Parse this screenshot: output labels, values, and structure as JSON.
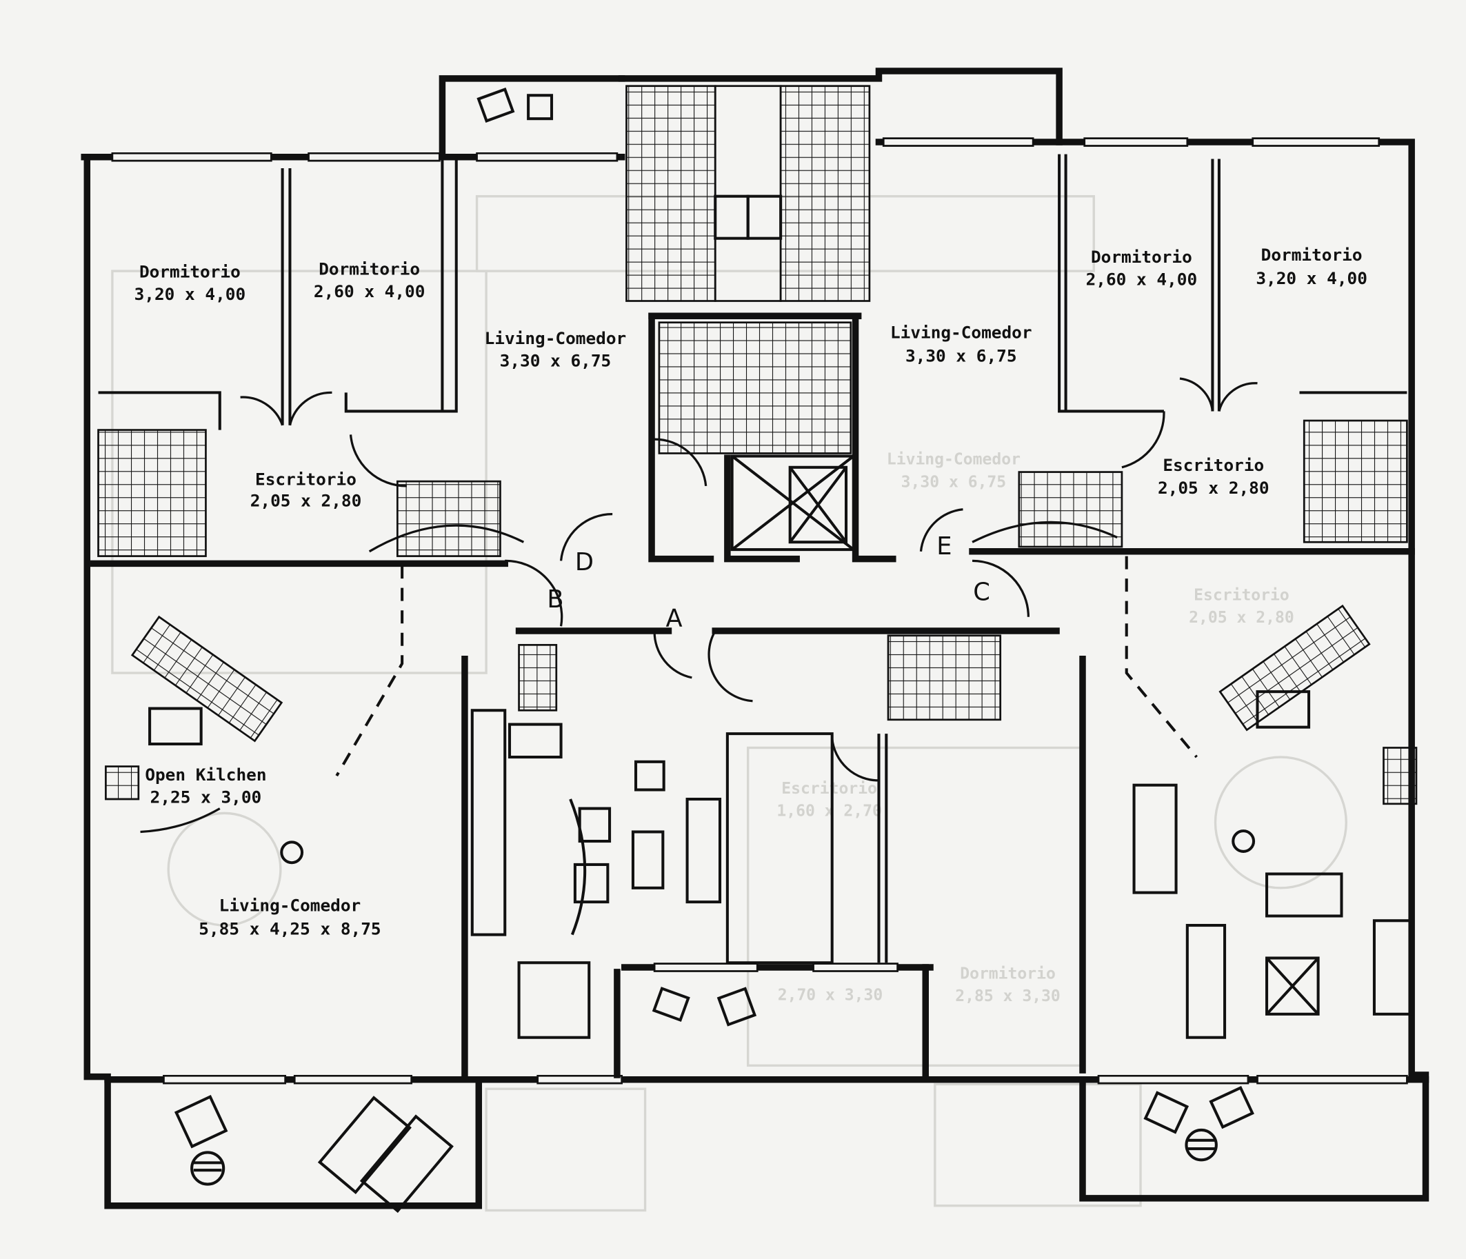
{
  "rooms": {
    "dorm_left_1": {
      "name": "Dormitorio",
      "size": "3,20 x 4,00"
    },
    "dorm_left_2": {
      "name": "Dormitorio",
      "size": "2,60 x 4,00"
    },
    "living_left_upper": {
      "name": "Living-Comedor",
      "size": "3,30 x 6,75"
    },
    "living_right_upper": {
      "name": "Living-Comedor",
      "size": "3,30 x 6,75"
    },
    "dorm_right_1": {
      "name": "Dormitorio",
      "size": "2,60 x 4,00"
    },
    "dorm_right_2": {
      "name": "Dormitorio",
      "size": "3,20 x 4,00"
    },
    "escritorio_left": {
      "name": "Escritorio",
      "size": "2,05 x 2,80"
    },
    "escritorio_right": {
      "name": "Escritorio",
      "size": "2,05 x 2,80"
    },
    "open_kitchen": {
      "name": "Open Kilchen",
      "size": "2,25 x 3,00"
    },
    "living_lower": {
      "name": "Living-Comedor",
      "size": "5,85 x 4,25 x 8,75"
    }
  },
  "access_letters": [
    "A",
    "B",
    "C",
    "D",
    "E"
  ],
  "ghost_labels": {
    "living": {
      "name": "Living-Comedor",
      "size": "3,30 x 6,75"
    },
    "escritorio_a": {
      "name": "Escritorio",
      "size": "2,05 x 2,80"
    },
    "escritorio_b": {
      "name": "Escritorio",
      "size": "1,60 x 2,70"
    },
    "dorm_a": {
      "size": "2,70 x 3,30"
    },
    "dorm_b": {
      "name": "Dormitorio",
      "size": "2,85 x 3,30"
    }
  },
  "colors": {
    "paper": "#f4f4f2",
    "ink": "#111111",
    "ghost": "#d2d2ce"
  }
}
